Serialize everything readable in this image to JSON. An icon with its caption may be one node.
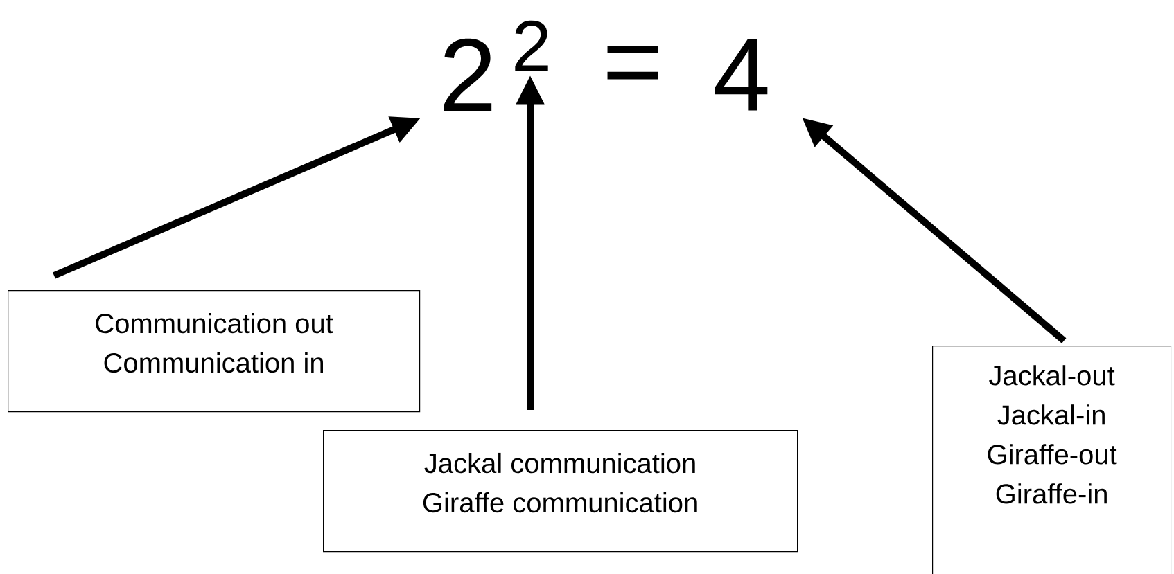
{
  "diagram": {
    "nodes": [
      {
        "text": [
          "2"
        ]
      },
      {
        "text": [
          "2"
        ]
      },
      {
        "text": [
          "4"
        ]
      },
      {
        "text": [
          "Communication out",
          "Communication in"
        ]
      },
      {
        "text": [
          "Jackal communication",
          "Giraffe communication"
        ]
      },
      {
        "text": [
          "Jackal-out",
          "Jackal-in",
          "Giraffe-out",
          "Giraffe-in"
        ]
      }
    ],
    "edges": [
      {
        "from": 3,
        "to": 0,
        "arrow": "to"
      },
      {
        "from": 4,
        "to": 1,
        "arrow": "to"
      },
      {
        "from": 5,
        "to": 2,
        "arrow": "to"
      }
    ],
    "labels": [
      "="
    ]
  }
}
